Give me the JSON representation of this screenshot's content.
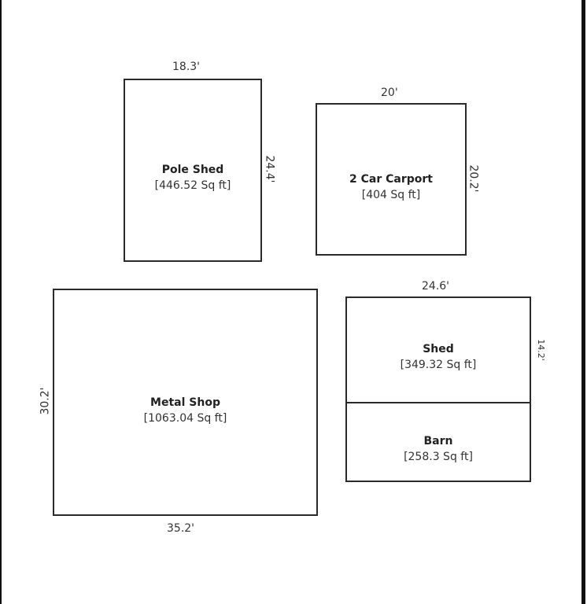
{
  "rooms": {
    "pole_shed": {
      "name": "Pole Shed",
      "area": "[446.52 Sq ft]",
      "width_label": "18.3'",
      "depth_label": "24.4'"
    },
    "carport": {
      "name": "2 Car Carport",
      "area": "[404 Sq ft]",
      "width_label": "20'",
      "depth_label": "20.2'"
    },
    "metal_shop": {
      "name": "Metal Shop",
      "area": "[1063.04 Sq ft]",
      "width_label": "35.2'",
      "depth_label": "30.2'"
    },
    "shed": {
      "name": "Shed",
      "area": "[349.32 Sq ft]",
      "width_label": "24.6'",
      "depth_label": "14.2'"
    },
    "barn": {
      "name": "Barn",
      "area": "[258.3 Sq ft]"
    }
  }
}
